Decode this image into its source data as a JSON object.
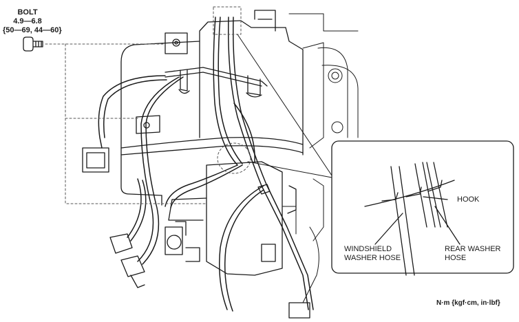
{
  "bolt": {
    "title": "BOLT",
    "torque_nm": "4.9—6.8",
    "torque_other": "{50—69, 44—60}"
  },
  "callouts": {
    "hook": "HOOK",
    "windshield_line1": "WINDSHIELD",
    "windshield_line2": "WASHER HOSE",
    "rear_line1": "REAR WASHER",
    "rear_line2": "HOSE"
  },
  "units": "N·m {kgf·cm, in·lbf}",
  "colors": {
    "line": "#1a1a1a",
    "hidden": "#555555",
    "background": "#ffffff"
  }
}
